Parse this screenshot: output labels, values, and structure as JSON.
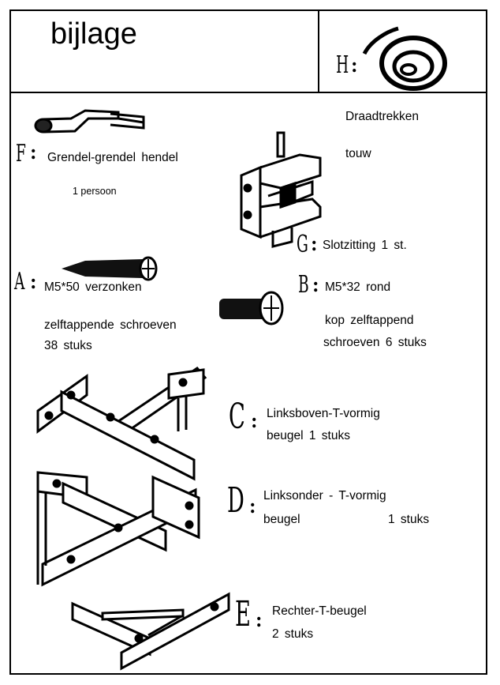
{
  "title": "bijlage",
  "parts": {
    "H": {
      "letter": "H",
      "colon": ":",
      "line1": "Draadtrekken",
      "line2": "touw"
    },
    "F": {
      "letter": "F",
      "colon": ":",
      "line1": "Grendel-grendel hendel",
      "line2": "1 persoon"
    },
    "G": {
      "letter": "G",
      "colon": ":",
      "line1": "Slotzitting 1 st."
    },
    "A": {
      "letter": "A",
      "colon": ":",
      "line1": "M5*50 verzonken",
      "line2": "zelftappende schroeven",
      "line3": "38 stuks"
    },
    "B": {
      "letter": "B",
      "colon": ":",
      "line1": "M5*32 rond",
      "line2": "kop zelftappend",
      "line3": "schroeven 6 stuks"
    },
    "C": {
      "letter": "C",
      "colon": ":",
      "line1": "Linksboven-T-vormig",
      "line2": "beugel 1 stuks"
    },
    "D": {
      "letter": "D",
      "colon": ":",
      "line1": "Linksonder - T-vormig",
      "line2a": "beugel",
      "line2b": "1 stuks"
    },
    "E": {
      "letter": "E",
      "colon": ":",
      "line1": "Rechter-T-beugel",
      "line2": "2 stuks"
    }
  }
}
